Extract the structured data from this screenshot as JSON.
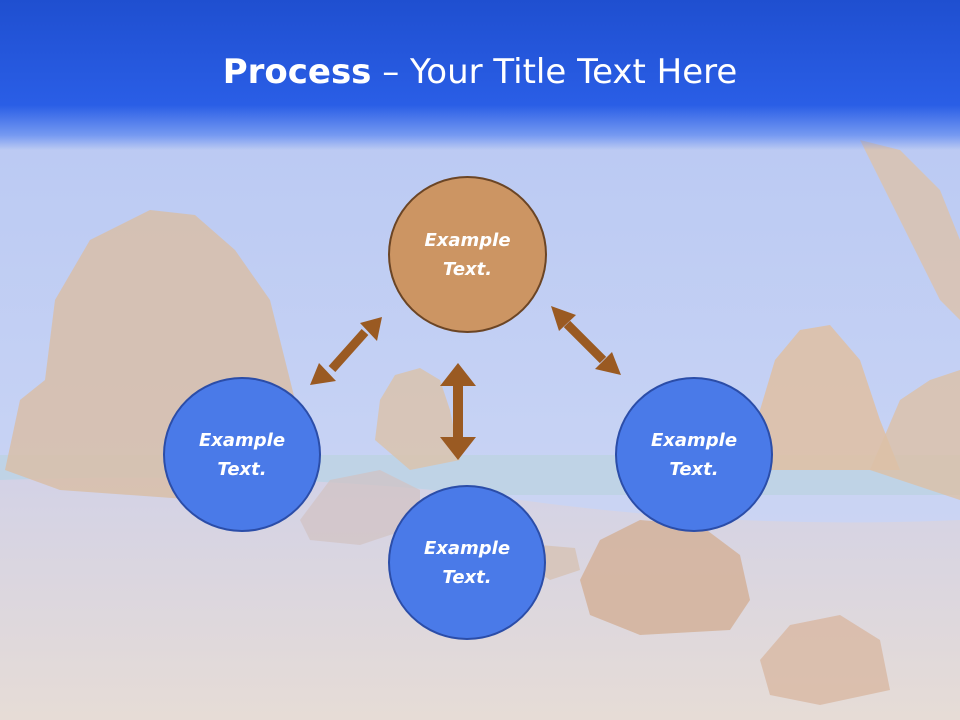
{
  "title": {
    "bold": "Process",
    "rest": " – Your Title Text Here"
  },
  "nodes": [
    {
      "text": "Example Text.",
      "color": "#cc9563"
    },
    {
      "text": "Example Text.",
      "color": "#4a7ae8"
    },
    {
      "text": "Example Text.",
      "color": "#4a7ae8"
    },
    {
      "text": "Example Text.",
      "color": "#4a7ae8"
    }
  ],
  "colors": {
    "arrow": "#9a5a22",
    "title_band": "#2a5ee6"
  }
}
